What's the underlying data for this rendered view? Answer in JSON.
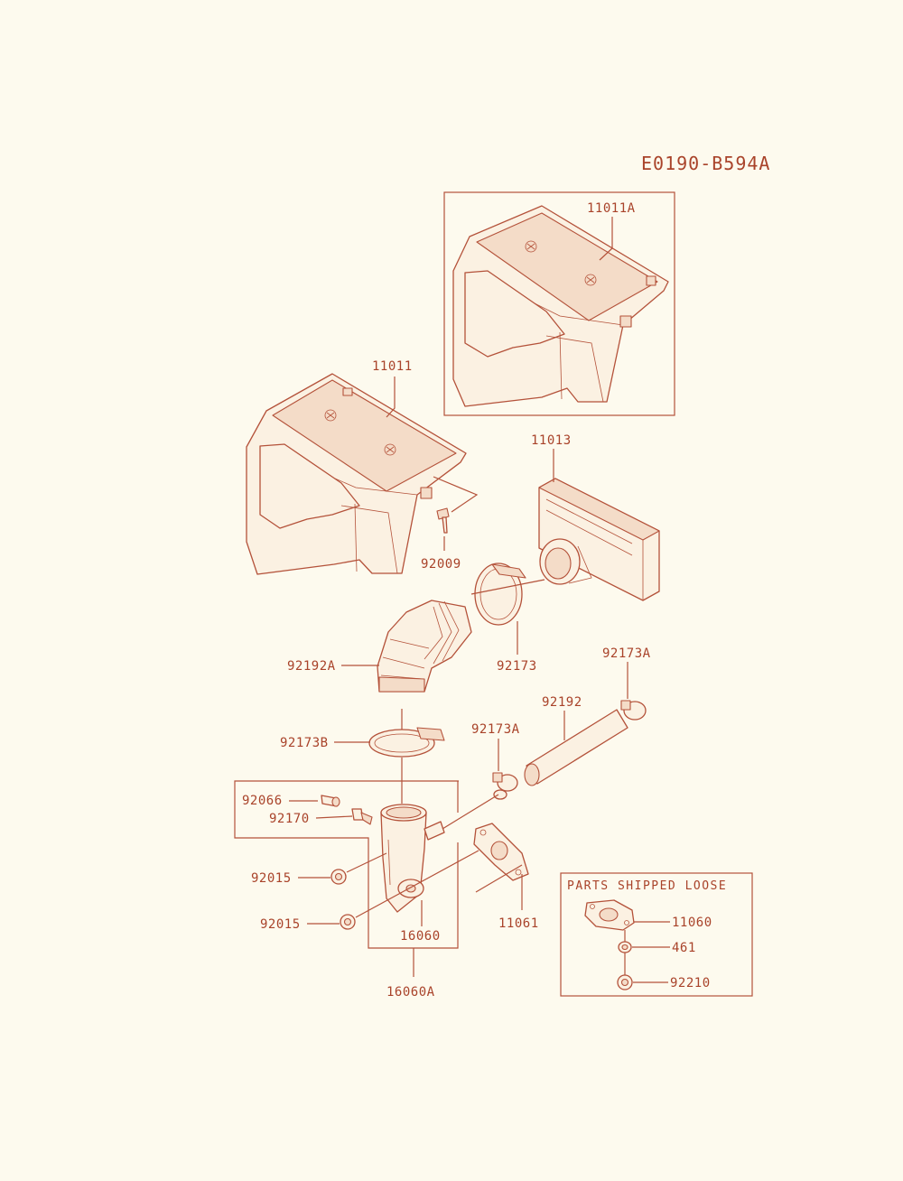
{
  "diagram_id": "E0190-B594A",
  "loose_box_title": "PARTS SHIPPED LOOSE",
  "labels": {
    "p11011A": "11011A",
    "p11011": "11011",
    "p11013": "11013",
    "p92009": "92009",
    "p92173": "92173",
    "p92192A": "92192A",
    "p92173A_top": "92173A",
    "p92192": "92192",
    "p92173A_mid": "92173A",
    "p92173B": "92173B",
    "p92066": "92066",
    "p92170": "92170",
    "p92015_a": "92015",
    "p92015_b": "92015",
    "p16060": "16060",
    "p16060A": "16060A",
    "p11061": "11061",
    "p11060": "11060",
    "p461": "461",
    "p92210": "92210"
  },
  "colors": {
    "ink": "#a9432a",
    "paper": "#fdfaee"
  }
}
